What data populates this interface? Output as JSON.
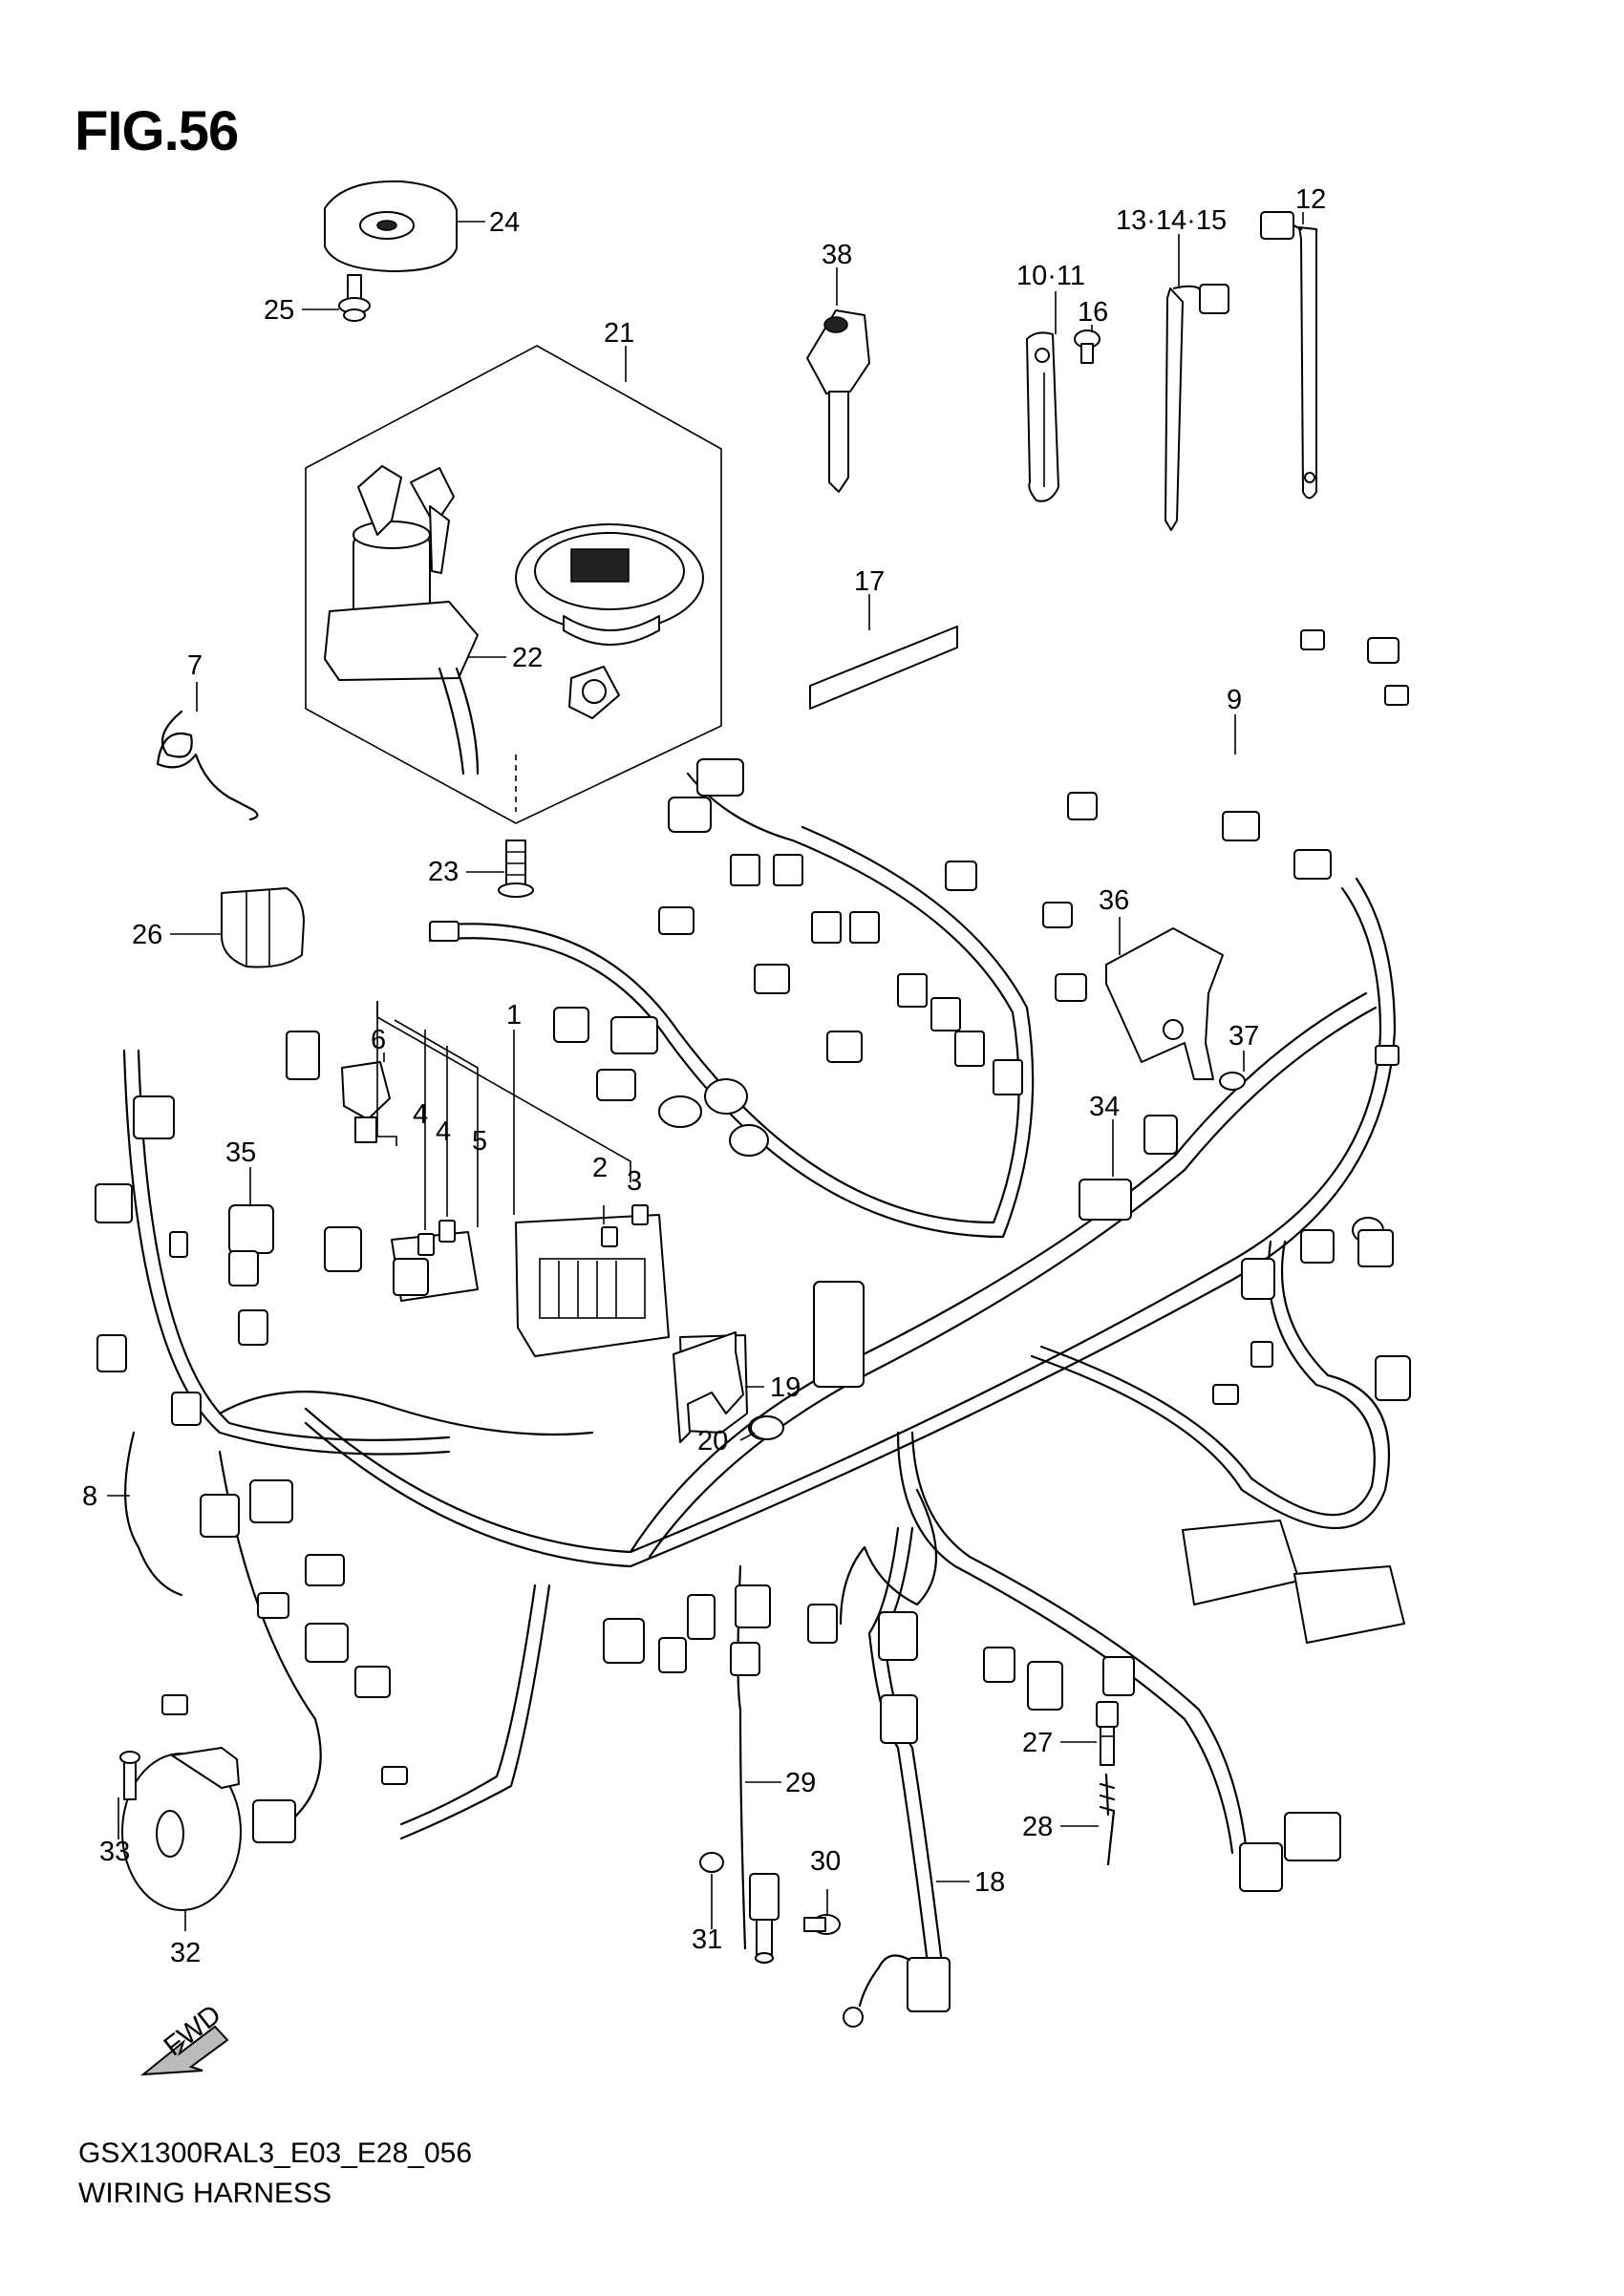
{
  "figure": {
    "title": "FIG.56",
    "code": "GSX1300RAL3_E03_E28_056",
    "name": "WIRING HARNESS",
    "fwd_label": "FWD"
  },
  "callouts": [
    {
      "id": "c24",
      "label": "24"
    },
    {
      "id": "c25",
      "label": "25"
    },
    {
      "id": "c21",
      "label": "21"
    },
    {
      "id": "c22",
      "label": "22"
    },
    {
      "id": "c23",
      "label": "23"
    },
    {
      "id": "c7",
      "label": "7"
    },
    {
      "id": "c26",
      "label": "26"
    },
    {
      "id": "c38",
      "label": "38"
    },
    {
      "id": "c1011",
      "label": "10·11"
    },
    {
      "id": "c16",
      "label": "16"
    },
    {
      "id": "c131415",
      "label": "13·14·15"
    },
    {
      "id": "c12",
      "label": "12"
    },
    {
      "id": "c17",
      "label": "17"
    },
    {
      "id": "c9",
      "label": "9"
    },
    {
      "id": "c36",
      "label": "36"
    },
    {
      "id": "c37",
      "label": "37"
    },
    {
      "id": "c34",
      "label": "34"
    },
    {
      "id": "c1",
      "label": "1"
    },
    {
      "id": "c6",
      "label": "6"
    },
    {
      "id": "c4a",
      "label": "4"
    },
    {
      "id": "c4b",
      "label": "4"
    },
    {
      "id": "c5",
      "label": "5"
    },
    {
      "id": "c2",
      "label": "2"
    },
    {
      "id": "c3",
      "label": "3"
    },
    {
      "id": "c35",
      "label": "35"
    },
    {
      "id": "c8",
      "label": "8"
    },
    {
      "id": "c19",
      "label": "19"
    },
    {
      "id": "c20",
      "label": "20"
    },
    {
      "id": "c27",
      "label": "27"
    },
    {
      "id": "c28",
      "label": "28"
    },
    {
      "id": "c29",
      "label": "29"
    },
    {
      "id": "c30",
      "label": "30"
    },
    {
      "id": "c31",
      "label": "31"
    },
    {
      "id": "c18",
      "label": "18"
    },
    {
      "id": "c33",
      "label": "33"
    },
    {
      "id": "c32",
      "label": "32"
    }
  ]
}
